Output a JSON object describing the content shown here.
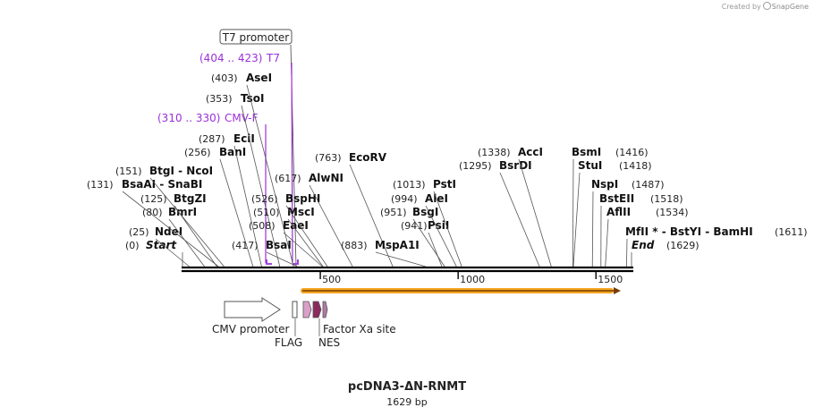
{
  "credit": {
    "prefix": "Created by",
    "brand": "SnapGene"
  },
  "plasmid": {
    "name": "pcDNA3-ΔN-RNMT",
    "length_label": "1629 bp",
    "length_bp": 1629
  },
  "colors": {
    "site": "#000000",
    "primer": "#9b30d9",
    "orf": "#f5a623",
    "promoter_fill": "#ffffff",
    "flag": "#ffffff",
    "nes": "#b07aa8",
    "xa": "#8b2a5c"
  },
  "scale": {
    "ticks": [
      {
        "pos": 500,
        "label": "500"
      },
      {
        "pos": 1000,
        "label": "1000"
      },
      {
        "pos": 1500,
        "label": "1500"
      }
    ]
  },
  "sites": [
    {
      "pos": "(0)",
      "name": "Start",
      "bp": 0,
      "italic": true
    },
    {
      "pos": "(25)",
      "name": "NdeI",
      "bp": 25
    },
    {
      "pos": "(80)",
      "name": "BmrI",
      "bp": 80
    },
    {
      "pos": "(125)",
      "name": "BtgZI",
      "bp": 125
    },
    {
      "pos": "(131)",
      "name": "BsaAI",
      "alt": "SnaBI",
      "bp": 131
    },
    {
      "pos": "(151)",
      "name": "BtgI",
      "alt": "NcoI",
      "bp": 151
    },
    {
      "pos": "(256)",
      "name": "BanI",
      "bp": 256
    },
    {
      "pos": "(287)",
      "name": "EciI",
      "bp": 287
    },
    {
      "pos": "(353)",
      "name": "TsoI",
      "bp": 353
    },
    {
      "pos": "(403)",
      "name": "AseI",
      "bp": 403
    },
    {
      "pos": "(417)",
      "name": "BsaI",
      "bp": 417
    },
    {
      "pos": "(508)",
      "name": "EaeI",
      "bp": 508
    },
    {
      "pos": "(510)",
      "name": "MscI",
      "bp": 510
    },
    {
      "pos": "(526)",
      "name": "BspHI",
      "bp": 526
    },
    {
      "pos": "(617)",
      "name": "AlwNI",
      "bp": 617
    },
    {
      "pos": "(763)",
      "name": "EcoRV",
      "bp": 763
    },
    {
      "pos": "(883)",
      "name": "MspA1I",
      "bp": 883
    },
    {
      "pos": "(941)",
      "name": "PsiI",
      "bp": 941
    },
    {
      "pos": "(951)",
      "name": "BsgI",
      "bp": 951
    },
    {
      "pos": "(994)",
      "name": "AleI",
      "bp": 994
    },
    {
      "pos": "(1013)",
      "name": "PstI",
      "bp": 1013
    },
    {
      "pos": "(1295)",
      "name": "BsrDI",
      "bp": 1295
    },
    {
      "pos": "(1338)",
      "name": "AccI",
      "bp": 1338
    },
    {
      "pos": "(1416)",
      "name": "BsmI",
      "bp": 1416
    },
    {
      "pos": "(1418)",
      "name": "StuI",
      "bp": 1418
    },
    {
      "pos": "(1487)",
      "name": "NspI",
      "bp": 1487
    },
    {
      "pos": "(1518)",
      "name": "BstEII",
      "bp": 1518
    },
    {
      "pos": "(1534)",
      "name": "AflII",
      "bp": 1534
    },
    {
      "pos": "(1611)",
      "name": "MfII *",
      "alt": "BstYI",
      "alt2": "BamHI",
      "bp": 1611
    },
    {
      "pos": "(1629)",
      "name": "End",
      "bp": 1629,
      "italic": true
    }
  ],
  "primers": [
    {
      "pos": "(310 .. 330)",
      "name": "CMV-F",
      "start": 310,
      "end": 330
    },
    {
      "pos": "(404 .. 423)",
      "name": "T7",
      "start": 404,
      "end": 423
    }
  ],
  "features": {
    "cmv_promoter": "CMV promoter",
    "t7_promoter": "T7 promoter",
    "flag": "FLAG",
    "nes": "NES",
    "factor_xa": "Factor Xa site"
  }
}
